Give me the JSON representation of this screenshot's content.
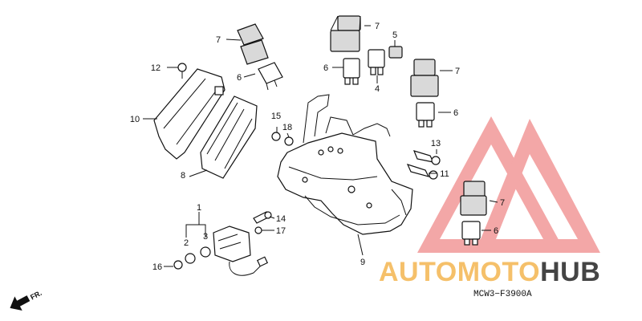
{
  "diagram": {
    "callouts": [
      {
        "id": "c1",
        "text": "1"
      },
      {
        "id": "c2",
        "text": "2"
      },
      {
        "id": "c3",
        "text": "3"
      },
      {
        "id": "c4",
        "text": "4"
      },
      {
        "id": "c5",
        "text": "5"
      },
      {
        "id": "c6a",
        "text": "6"
      },
      {
        "id": "c6b",
        "text": "6"
      },
      {
        "id": "c6c",
        "text": "6"
      },
      {
        "id": "c6d",
        "text": "6"
      },
      {
        "id": "c7a",
        "text": "7"
      },
      {
        "id": "c7b",
        "text": "7"
      },
      {
        "id": "c7c",
        "text": "7"
      },
      {
        "id": "c7d",
        "text": "7"
      },
      {
        "id": "c8",
        "text": "8"
      },
      {
        "id": "c9",
        "text": "9"
      },
      {
        "id": "c10",
        "text": "10"
      },
      {
        "id": "c11",
        "text": "11"
      },
      {
        "id": "c12",
        "text": "12"
      },
      {
        "id": "c13",
        "text": "13"
      },
      {
        "id": "c14",
        "text": "14"
      },
      {
        "id": "c15",
        "text": "15"
      },
      {
        "id": "c16",
        "text": "16"
      },
      {
        "id": "c17",
        "text": "17"
      },
      {
        "id": "c18",
        "text": "18"
      }
    ],
    "figure_code": "MCW3−F3900A",
    "direction_label": "FR.",
    "watermark": {
      "word_1": "AUTO",
      "word_2": "MOTO",
      "word_3": "HUB",
      "color_1": "#f5c06a",
      "color_2": "#f5c06a",
      "color_3": "#444444",
      "logo_color": "#f08a8a"
    }
  }
}
